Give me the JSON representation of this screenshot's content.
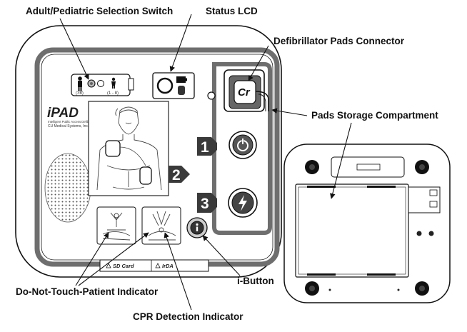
{
  "labels": {
    "adult_pediatric": "Adult/Pediatric Selection Switch",
    "status_lcd": "Status LCD",
    "pads_connector": "Defibrillator Pads Connector",
    "pads_storage": "Pads Storage Compartment",
    "do_not_touch": "Do-Not-Touch-Patient Indicator",
    "i_button": "i-Button",
    "cpr_detection": "CPR Detection Indicator"
  },
  "device": {
    "brand": "iPAD",
    "brand_sub_1": "Intelligent Public Access Defibrillator",
    "brand_sub_2": "CU Medical Systems, Inc.",
    "adult_range": "(>8)",
    "pediatric_range": "(1 - 8)",
    "connector_logo": "Cr",
    "steps": [
      "1",
      "2",
      "3"
    ],
    "slot_labels": [
      "SD Card",
      "IrDA"
    ]
  },
  "colors": {
    "ink": "#111111",
    "panel_fill": "#6e6e6e",
    "badge_fill": "#3a3a3a"
  },
  "icons": {
    "power": "power-icon",
    "shock": "lightning-icon",
    "info": "info-icon"
  }
}
